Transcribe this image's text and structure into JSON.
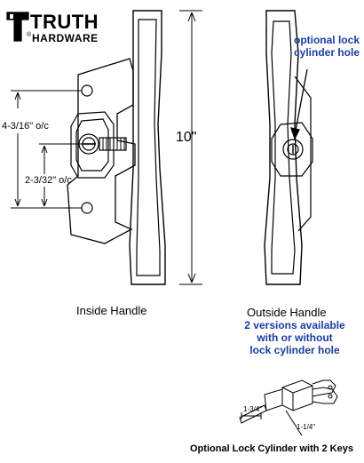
{
  "brand": {
    "name": "TRUTH",
    "sub": "HARDWARE",
    "registered": "®"
  },
  "dimensions": {
    "height": "10\"",
    "screw_spacing": "4-3/16\" o/c",
    "latch_spacing": "2-3/32\" o/c"
  },
  "callout": {
    "line1": "optional lock",
    "line2": "cylinder hole"
  },
  "labels": {
    "inside": "Inside Handle",
    "outside": "Outside Handle",
    "versions_line1": "2 versions available",
    "versions_line2": "with or without",
    "versions_line3": "lock cylinder hole"
  },
  "cylinder": {
    "dim_a": "1-3/4\"",
    "dim_b": "1-1/4\"",
    "caption": "Optional Lock Cylinder with 2 Keys"
  },
  "colors": {
    "ink": "#000000",
    "accent_blue": "#1a3ea0"
  }
}
